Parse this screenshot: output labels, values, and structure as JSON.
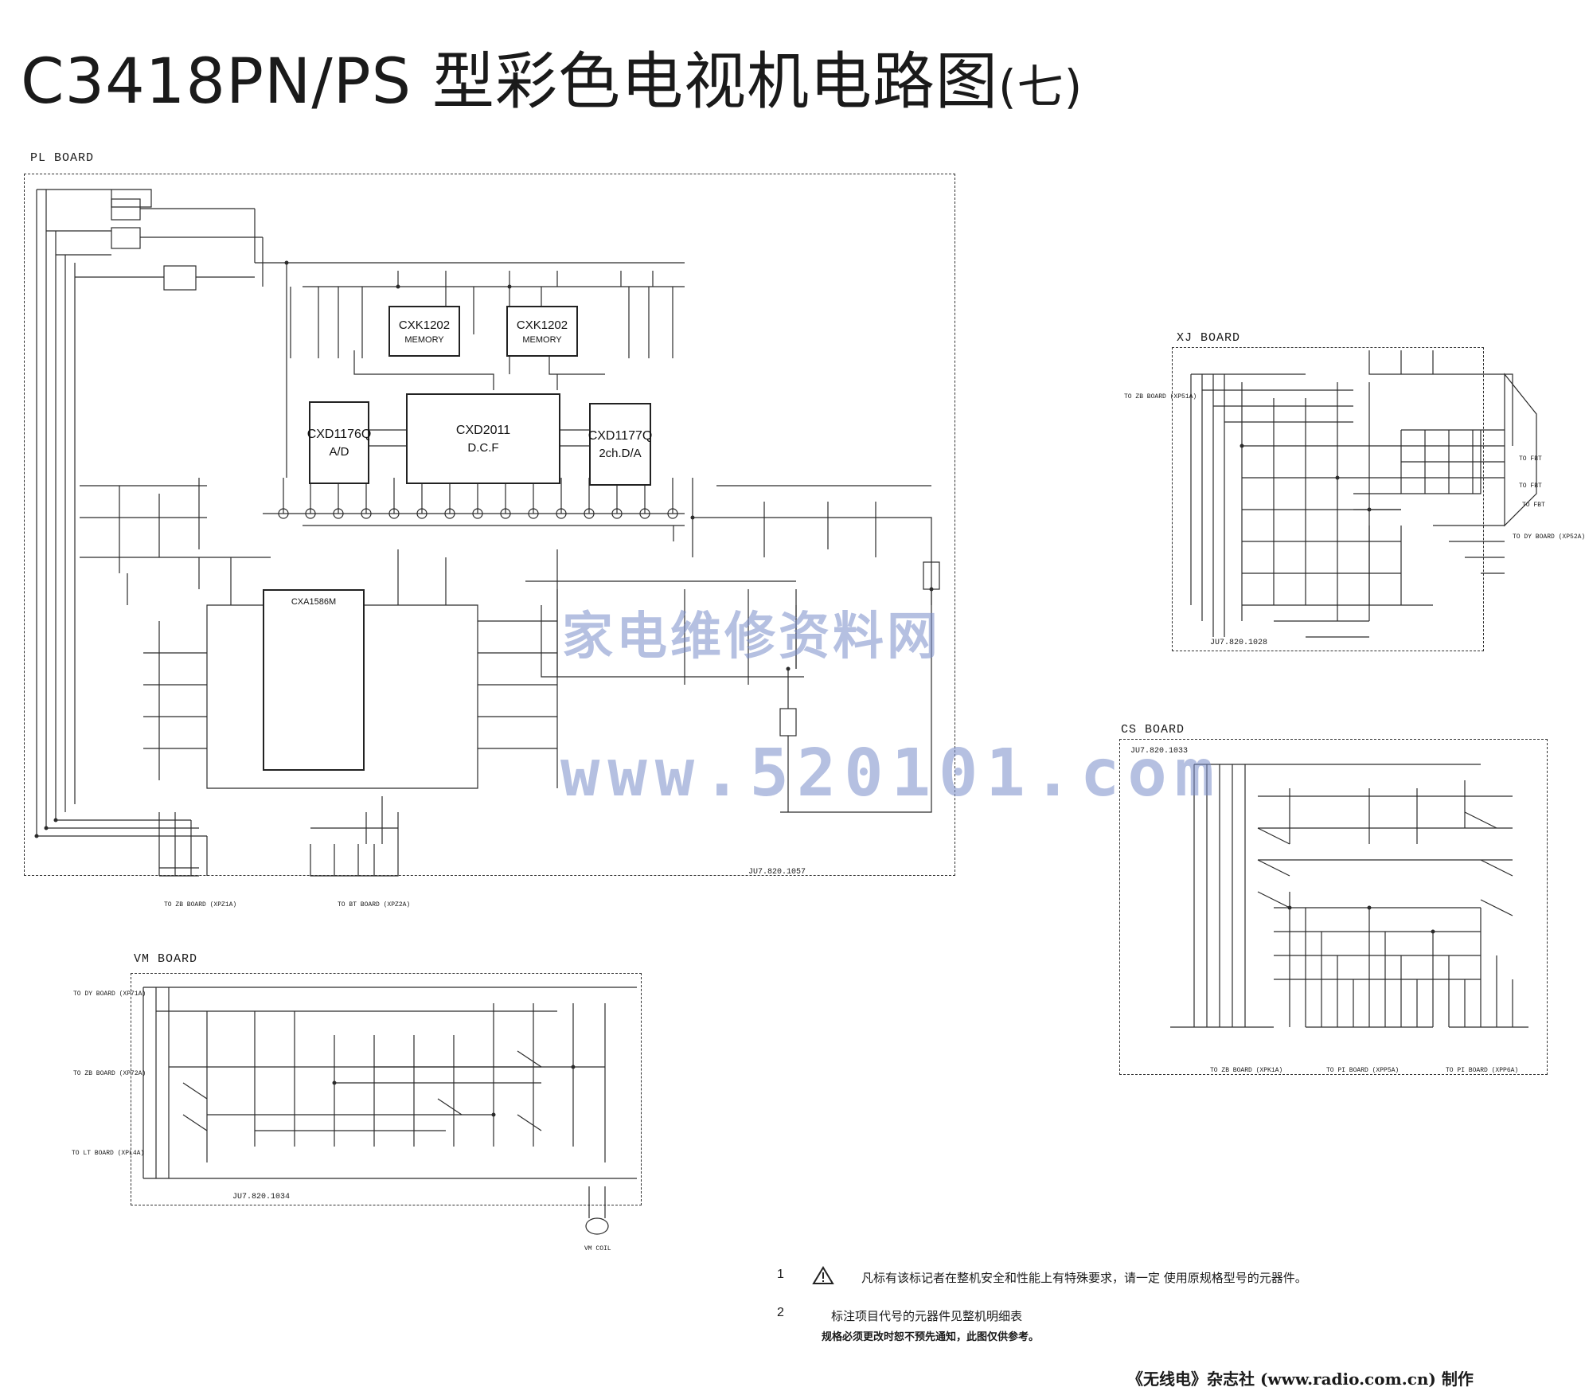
{
  "title": {
    "main": "C3418PN/PS  型彩色电视机电路图",
    "seq": "(七)"
  },
  "boards": {
    "pl": {
      "label": "PL BOARD",
      "pcb": "JU7.820.1057",
      "ics": [
        {
          "name": "CXK1202",
          "sub": "MEMORY"
        },
        {
          "name": "CXK1202",
          "sub": "MEMORY"
        },
        {
          "name": "CXD1176Q",
          "sub": "A/D"
        },
        {
          "name": "CXD2011",
          "sub": "D.C.F"
        },
        {
          "name": "CXD1177Q",
          "sub": "2ch.D/A"
        },
        {
          "name": "CXA1586M",
          "sub": ""
        }
      ],
      "connectors": [
        "TO ZB BOARD (XPZ1A)",
        "TO BT BOARD (XPZ2A)"
      ]
    },
    "xj": {
      "label": "XJ BOARD",
      "pcb": "JU7.820.1028",
      "connectors": [
        "TO ZB BOARD (XP51A)",
        "TO DY BOARD (XP52A)",
        "TO FBT",
        "TO FBT",
        "TO FBT"
      ]
    },
    "cs": {
      "label": "CS BOARD",
      "pcb": "JU7.820.1033",
      "connectors": [
        "TO ZB BOARD (XPK1A)",
        "TO PI BOARD (XPP5A)",
        "TO PI BOARD (XPP6A)"
      ]
    },
    "vm": {
      "label": "VM BOARD",
      "pcb": "JU7.820.1034",
      "connectors": [
        "TO DY BOARD (XP71A)",
        "TO ZB BOARD (XP72A)",
        "TO LT BOARD (XPL4A)",
        "VM COIL"
      ]
    }
  },
  "notes": [
    {
      "num": "1",
      "text": "凡标有该标记者在整机安全和性能上有特殊要求，请一定 使用原规格型号的元器件。"
    },
    {
      "num": "2",
      "text": "标注项目代号的元器件见整机明细表"
    }
  ],
  "notice": "规格必须更改时恕不预先通知，此图仅供参考。",
  "credit": "《无线电》杂志社 (www.radio.com.cn) 制作",
  "watermark": {
    "line1": "家电维修资料网",
    "line2": "www.520101.com"
  }
}
